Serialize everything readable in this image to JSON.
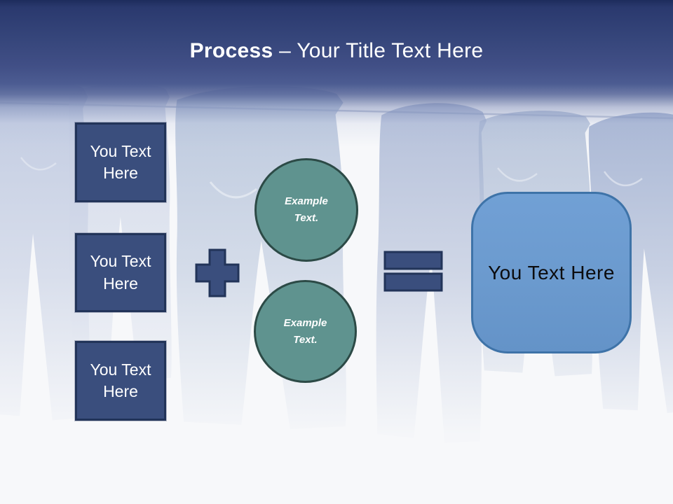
{
  "title": {
    "emphasis": "Process",
    "rest": "– Your Title Text Here"
  },
  "input_boxes": [
    {
      "label": "You Text Here"
    },
    {
      "label": "You Text Here"
    },
    {
      "label": "You Text Here"
    }
  ],
  "example_circles": [
    {
      "label": "Example Text."
    },
    {
      "label": "Example Text."
    }
  ],
  "result_box": {
    "label": "You Text Here"
  },
  "icons": {
    "plus": "plus-icon",
    "equals": "equals-icon"
  },
  "colors": {
    "header_top": "#1d2c5c",
    "header_mid": "#4c5c92",
    "shape_navy": "#3a4e7d",
    "shape_navy_border": "#223459",
    "circle_teal": "#5f938f",
    "circle_teal_border": "#2c4a46",
    "result_blue": "#6b9ace",
    "result_blue_border": "#3e73a8",
    "page_background": "#f7f8fa",
    "title_text": "#ffffff"
  }
}
